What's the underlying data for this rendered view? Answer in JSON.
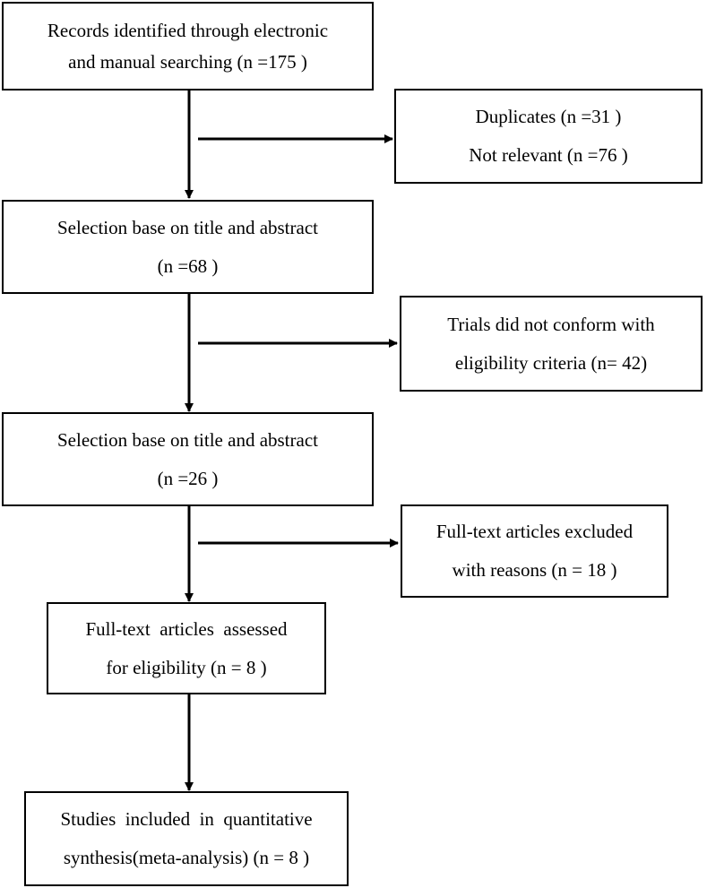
{
  "main_boxes": [
    {
      "lines": [
        "Records identified through electronic",
        "and manual searching (n =175 )"
      ]
    },
    {
      "lines": [
        "Selection base on title and abstract",
        "(n =68 )"
      ]
    },
    {
      "lines": [
        "Selection base on title and abstract",
        "(n =26 )"
      ]
    },
    {
      "lines": [
        "Full-text  articles  assessed",
        "for eligibility (n = 8 )"
      ]
    },
    {
      "lines": [
        "Studies  included  in  quantitative",
        "synthesis(meta-analysis) (n = 8 )"
      ]
    }
  ],
  "side_boxes": [
    {
      "lines": [
        "Duplicates (n =31 )",
        "Not relevant (n =76 )"
      ]
    },
    {
      "lines": [
        "Trials did not conform with",
        "eligibility criteria (n= 42)"
      ]
    },
    {
      "lines": [
        "Full-text articles excluded",
        "with reasons (n = 18 )"
      ]
    }
  ]
}
